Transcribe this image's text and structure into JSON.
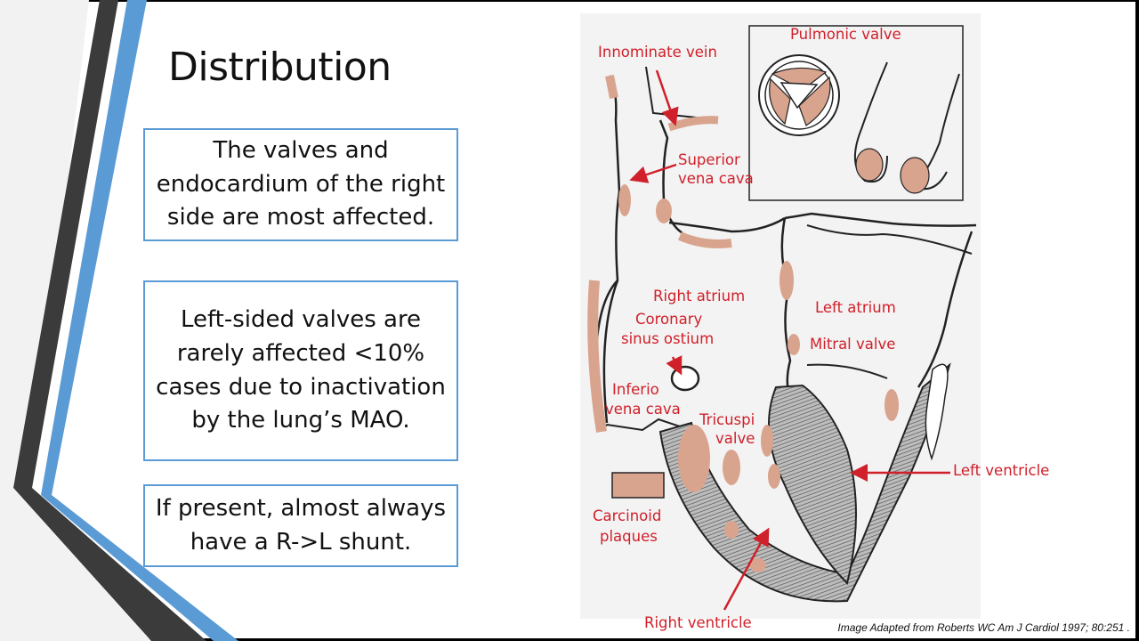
{
  "slide": {
    "title": "Distribution",
    "boxes": [
      {
        "text": "The valves and endocardium of the right side are most affected."
      },
      {
        "text": "Left-sided valves are rarely affected <10% cases due to inactivation by the lung’s MAO."
      },
      {
        "text": "If present, almost always have a R->L shunt."
      }
    ]
  },
  "diagram": {
    "labels": {
      "innominate_vein": "Innominate vein",
      "pulmonic_valve": "Pulmonic valve",
      "superior_vena_cava_1": "Superior",
      "superior_vena_cava_2": "vena cava",
      "right_atrium": "Right atrium",
      "coronary_sinus_1": "Coronary",
      "coronary_sinus_2": "sinus ostium",
      "left_atrium": "Left atrium",
      "mitral_valve": "Mitral valve",
      "inferior_vena_cava_1": "Inferio",
      "inferior_vena_cava_2": "vena cava",
      "tricuspid_valve_1": "Tricuspi",
      "tricuspid_valve_2": "valve",
      "left_ventricle": "Left ventricle",
      "carcinoid_plaques_1": "Carcinoid",
      "carcinoid_plaques_2": "plaques",
      "right_ventricle": "Right ventricle"
    }
  },
  "caption": "Image Adapted from  Roberts WC Am J Cardiol 1997; 80:251 .",
  "colors": {
    "label_red": "#d0202a",
    "plaque": "#d9a48e",
    "box_border": "#5b9bd5",
    "accent_blue": "#5b9bd5",
    "accent_dark": "#3a3a3a"
  }
}
